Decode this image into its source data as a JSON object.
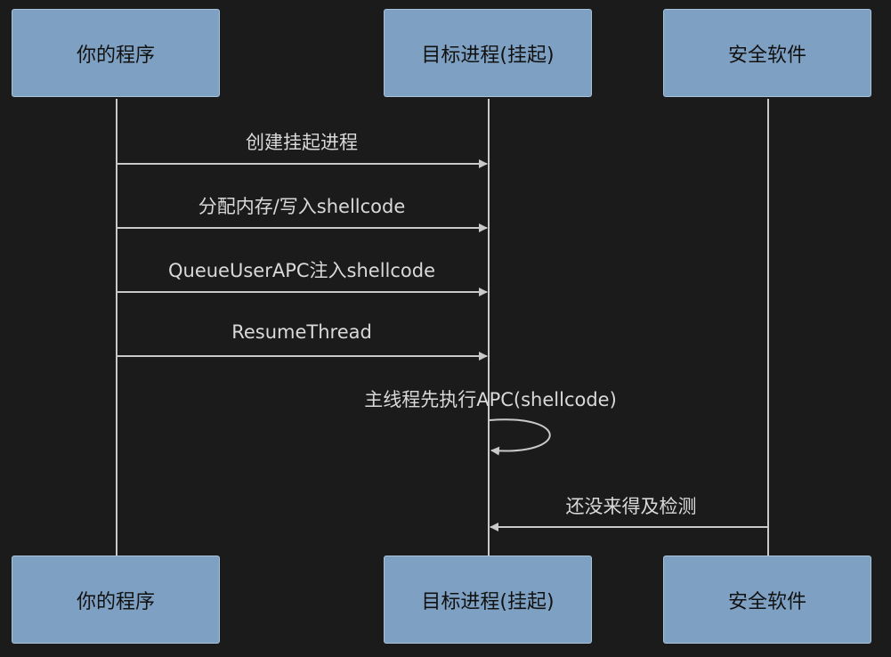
{
  "participants": [
    {
      "id": "program",
      "label": "你的程序"
    },
    {
      "id": "target",
      "label": "目标进程(挂起)"
    },
    {
      "id": "security",
      "label": "安全软件"
    }
  ],
  "messages": [
    {
      "from": "program",
      "to": "target",
      "label": "创建挂起进程"
    },
    {
      "from": "program",
      "to": "target",
      "label": "分配内存/写入shellcode"
    },
    {
      "from": "program",
      "to": "target",
      "label": "QueueUserAPC注入shellcode"
    },
    {
      "from": "program",
      "to": "target",
      "label": "ResumeThread"
    },
    {
      "from": "target",
      "to": "target",
      "label": "主线程先执行APC(shellcode)"
    },
    {
      "from": "security",
      "to": "target",
      "label": "还没来得及检测"
    }
  ],
  "colors": {
    "background": "#1b1b1b",
    "actor_fill": "#7ea1c3",
    "line": "#c9c9c9",
    "text_light": "#d9d9d9"
  }
}
